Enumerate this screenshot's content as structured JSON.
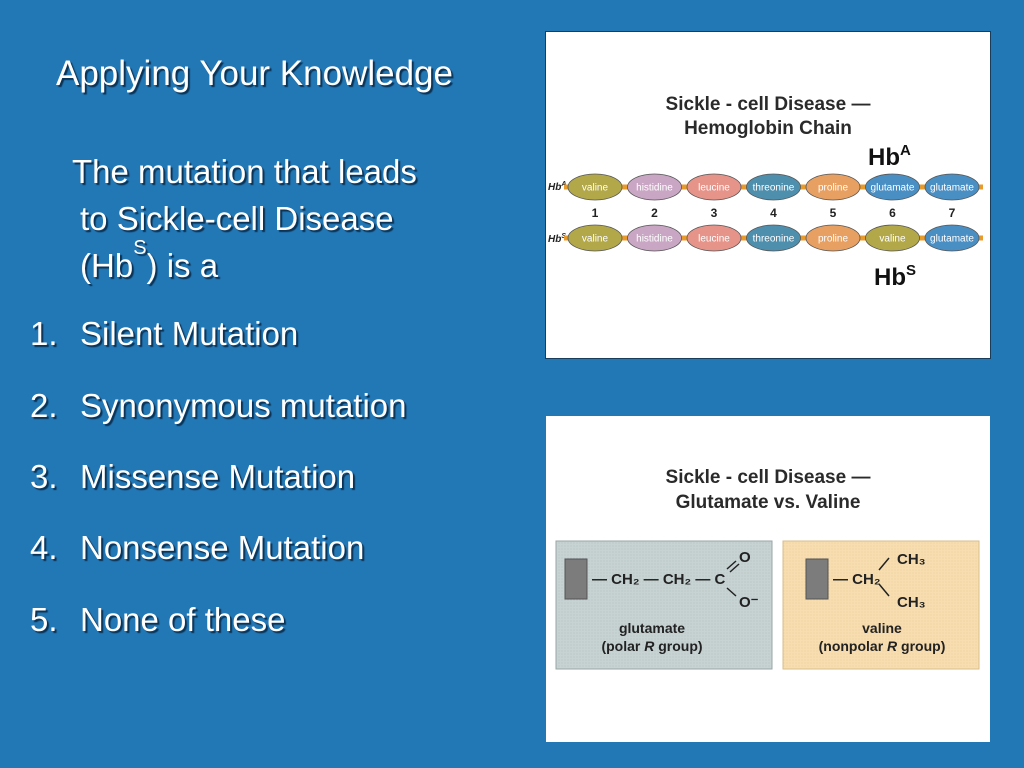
{
  "slide": {
    "title": "Applying Your Knowledge",
    "question": {
      "line1": "The mutation that leads",
      "line2": "to Sickle-cell Disease",
      "line3_prefix": "(Hb",
      "line3_sup": "S",
      "line3_suffix": ") is a"
    },
    "options": [
      {
        "number": "1.",
        "label": "Silent Mutation"
      },
      {
        "number": "2.",
        "label": "Synonymous mutation"
      },
      {
        "number": "3.",
        "label": "Missense Mutation"
      },
      {
        "number": "4.",
        "label": "Nonsense Mutation"
      },
      {
        "number": "5.",
        "label": "None of these"
      }
    ]
  },
  "hemoglobin_figure": {
    "title_line1": "Sickle - cell  Disease —",
    "title_line2": "Hemoglobin Chain",
    "hba_label": "Hb",
    "hba_sup": "A",
    "hbs_label": "Hb",
    "hbs_sup": "S",
    "row_a_prefix": "Hb",
    "row_a_sup": "A",
    "row_s_prefix": "Hb",
    "row_s_sup": "S",
    "row_a": [
      "valine",
      "histidine",
      "leucine",
      "threonine",
      "proline",
      "glutamate",
      "glutamate"
    ],
    "row_s": [
      "valine",
      "histidine",
      "leucine",
      "threonine",
      "proline",
      "valine",
      "glutamate"
    ],
    "positions": [
      "1",
      "2",
      "3",
      "4",
      "5",
      "6",
      "7"
    ],
    "colors": {
      "valine": "#b2a84a",
      "histidine": "#c9a6c4",
      "leucine": "#e6948a",
      "threonine": "#4f8fae",
      "proline": "#e8a062",
      "glutamate": "#4a8fc4",
      "connector": "#e89a2a"
    }
  },
  "glutamate_figure": {
    "title_line1": "Sickle - cell Disease —",
    "title_line2": "Glutamate vs. Valine",
    "glutamate_formula": "— CH₂ — CH₂ — C",
    "glutamate_o_top": "O",
    "glutamate_o_bottom": "O⁻",
    "glutamate_name": "glutamate",
    "glutamate_group_prefix": "(polar ",
    "glutamate_group_r": "R",
    "glutamate_group_suffix": " group)",
    "valine_formula": "— CH₂",
    "valine_ch3_top": "CH₃",
    "valine_ch3_bottom": "CH₃",
    "valine_name": "valine",
    "valine_group_prefix": "(nonpolar ",
    "valine_group_r": "R",
    "valine_group_suffix": " group)",
    "colors": {
      "glutamate_box": "#c7d2d3",
      "valine_box": "#f7ddb0",
      "backbone": "#7c7c7c"
    }
  }
}
